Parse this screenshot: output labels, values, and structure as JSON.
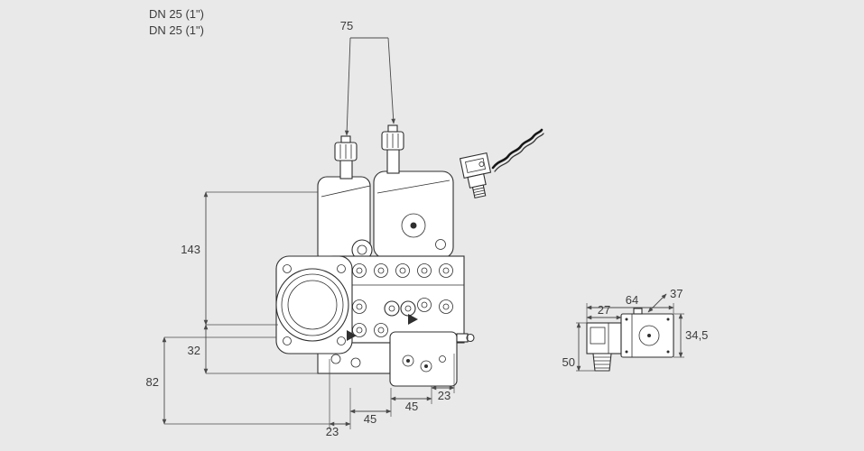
{
  "drawing": {
    "title_labels": {
      "line1": "DN 25 (1\")",
      "line2": "DN 25 (1\")"
    },
    "dimensions": {
      "top_span": "75",
      "left_height": "143",
      "left_lower": "32",
      "left_total": "82",
      "bottom_1": "23",
      "bottom_2": "45",
      "bottom_3": "45",
      "bottom_4": "23",
      "side_left_width": "27",
      "side_total_width": "64",
      "side_depth": "37",
      "side_height": "34,5",
      "side_total_height": "50"
    },
    "colors": {
      "background": "#e9e9e9",
      "line": "#2f2f2f",
      "dimension_line": "#4a4a4a",
      "text": "#3c3c3c",
      "shape_fill": "#ffffff"
    }
  }
}
